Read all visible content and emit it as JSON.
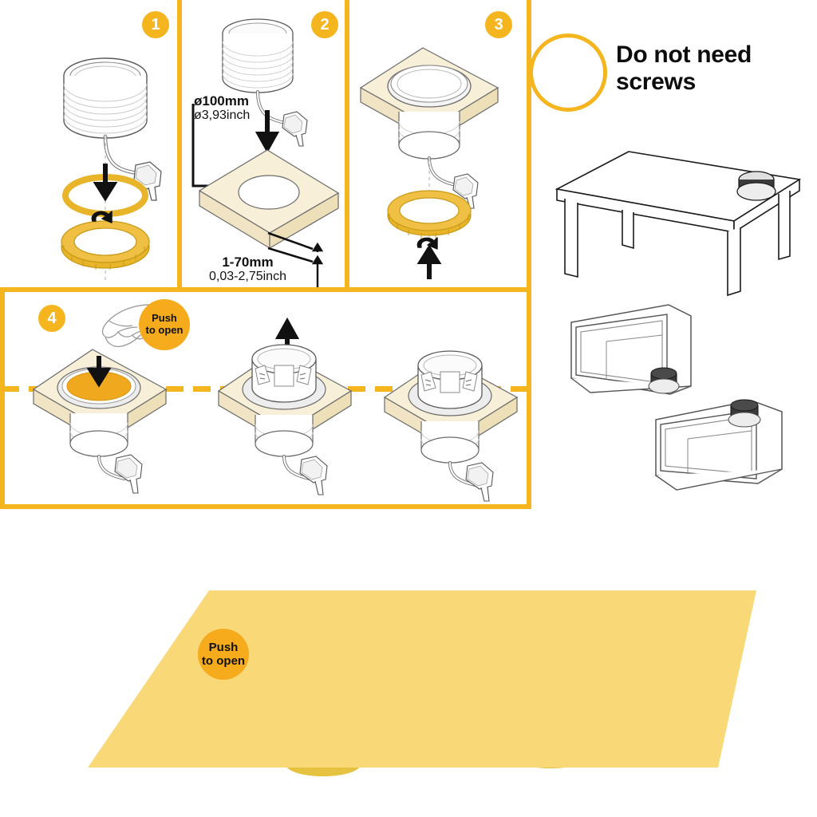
{
  "page": {
    "title": "Pop-up socket installation instructions",
    "background": "#ffffff",
    "accent_yellow": "#F5B51E",
    "badge_orange": "#F5AB1C",
    "board_cream": "#F7EFD8",
    "hero_yellow": "#F9D877",
    "ring_gold": "#E8B52A"
  },
  "steps": [
    {
      "number": "1",
      "name": "insert-gasket-and-lock-ring"
    },
    {
      "number": "2",
      "name": "drill-hole-in-worktop"
    },
    {
      "number": "3",
      "name": "secure-with-lock-ring"
    },
    {
      "number": "4",
      "name": "push-to-open"
    }
  ],
  "dimensions": {
    "hole_diameter": {
      "metric": "ø100mm",
      "imperial": "ø3,93inch"
    },
    "板_thickness": {
      "metric": "1-70mm",
      "imperial": "0,03-2,75inch"
    }
  },
  "callouts": {
    "no_screws": {
      "line1": "Do not need",
      "line2": "screws",
      "icon": "screw-icon"
    },
    "push_to_open": {
      "line1": "Push",
      "line2": "to open"
    }
  },
  "hero": {
    "push_to_open": {
      "line1": "Push",
      "line2": "to open"
    },
    "products": [
      {
        "name": "socket-closed",
        "state": "closed"
      },
      {
        "name": "socket-open",
        "state": "open"
      }
    ]
  },
  "mounting_examples": [
    {
      "name": "table-mount",
      "icon": "table-icon"
    },
    {
      "name": "cabinet-mount-upper",
      "icon": "cabinet-icon"
    },
    {
      "name": "cabinet-mount-lower",
      "icon": "cabinet-icon"
    }
  ]
}
